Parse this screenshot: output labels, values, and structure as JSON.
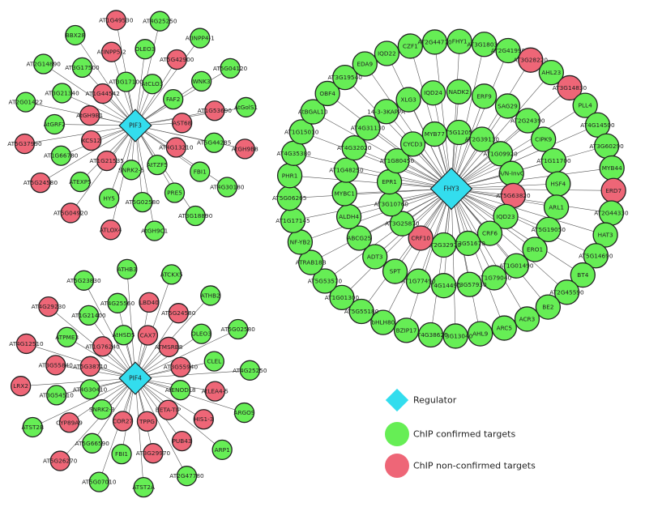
{
  "colors": {
    "confirmed": "#66ee55",
    "nonconfirmed": "#ee6677",
    "regulator": "#33ddee",
    "edge": "#555555",
    "stroke": "#222222"
  },
  "legend": {
    "regulator": "Regulator",
    "confirmed": "ChIP confirmed targets",
    "nonconfirmed": "ChIP non-confirmed targets"
  },
  "networks": [
    {
      "regulator": "PIF3",
      "targets": [
        {
          "label": "AtCLO3",
          "status": "confirmed"
        },
        {
          "label": "FAF2",
          "status": "confirmed"
        },
        {
          "label": "AST68",
          "status": "nonconfirmed"
        },
        {
          "label": "AT4G13210",
          "status": "nonconfirmed"
        },
        {
          "label": "AtTZF5",
          "status": "confirmed"
        },
        {
          "label": "SNRK2-5",
          "status": "confirmed"
        },
        {
          "label": "AT1G21535",
          "status": "nonconfirmed"
        },
        {
          "label": "KCS12",
          "status": "nonconfirmed"
        },
        {
          "label": "AtGH9B1",
          "status": "nonconfirmed"
        },
        {
          "label": "AT1G44542",
          "status": "nonconfirmed"
        },
        {
          "label": "AT3G17100",
          "status": "confirmed"
        },
        {
          "label": "OLEO3",
          "status": "confirmed"
        },
        {
          "label": "AT5G42900",
          "status": "nonconfirmed"
        },
        {
          "label": "WNK3",
          "status": "confirmed"
        },
        {
          "label": "AT1G53690",
          "status": "nonconfirmed"
        },
        {
          "label": "AT5G44285",
          "status": "confirmed"
        },
        {
          "label": "FBI1",
          "status": "confirmed"
        },
        {
          "label": "PRE5",
          "status": "confirmed"
        },
        {
          "label": "AT5G02580",
          "status": "confirmed"
        },
        {
          "label": "HY5",
          "status": "confirmed"
        },
        {
          "label": "ATEXP5",
          "status": "confirmed"
        },
        {
          "label": "AT1G66780",
          "status": "confirmed"
        },
        {
          "label": "AtGRF2",
          "status": "confirmed"
        },
        {
          "label": "AT3G21340",
          "status": "confirmed"
        },
        {
          "label": "AT3G17500",
          "status": "confirmed"
        },
        {
          "label": "AtINPP5-2",
          "status": "nonconfirmed"
        },
        {
          "label": "AT4G25250",
          "status": "confirmed"
        },
        {
          "label": "AtINPP4-1",
          "status": "confirmed"
        },
        {
          "label": "AT5G04120",
          "status": "confirmed"
        },
        {
          "label": "AtGolS1",
          "status": "confirmed"
        },
        {
          "label": "AtGH9B8",
          "status": "nonconfirmed"
        },
        {
          "label": "AT4G30180",
          "status": "confirmed"
        },
        {
          "label": "AT3G18890",
          "status": "confirmed"
        },
        {
          "label": "AtGH9C1",
          "status": "confirmed"
        },
        {
          "label": "ATLOX4",
          "status": "nonconfirmed"
        },
        {
          "label": "AT5G04920",
          "status": "nonconfirmed"
        },
        {
          "label": "AT5G24580",
          "status": "nonconfirmed"
        },
        {
          "label": "AT5G37990",
          "status": "nonconfirmed"
        },
        {
          "label": "AT2G01422",
          "status": "confirmed"
        },
        {
          "label": "AT2G14890",
          "status": "confirmed"
        },
        {
          "label": "BBX28",
          "status": "confirmed"
        },
        {
          "label": "AT1G49530",
          "status": "nonconfirmed"
        }
      ]
    },
    {
      "regulator": "PIF4",
      "targets": [
        {
          "label": "CAX7",
          "status": "nonconfirmed"
        },
        {
          "label": "ATMSRB8",
          "status": "nonconfirmed"
        },
        {
          "label": "AT3G55940",
          "status": "nonconfirmed"
        },
        {
          "label": "AtENODL8",
          "status": "confirmed"
        },
        {
          "label": "BETA-TIP",
          "status": "nonconfirmed"
        },
        {
          "label": "TPPG",
          "status": "nonconfirmed"
        },
        {
          "label": "COR27",
          "status": "nonconfirmed"
        },
        {
          "label": "SNRK2-3",
          "status": "confirmed"
        },
        {
          "label": "AT4G30410",
          "status": "confirmed"
        },
        {
          "label": "AT5G38710",
          "status": "nonconfirmed"
        },
        {
          "label": "AT1G76240",
          "status": "nonconfirmed"
        },
        {
          "label": "AtHSD5",
          "status": "confirmed"
        },
        {
          "label": "LBD40",
          "status": "nonconfirmed"
        },
        {
          "label": "AT5G24580",
          "status": "nonconfirmed"
        },
        {
          "label": "OLEO3",
          "status": "confirmed"
        },
        {
          "label": "CLEL",
          "status": "confirmed"
        },
        {
          "label": "AtLEA4-5",
          "status": "nonconfirmed"
        },
        {
          "label": "HIS1-3",
          "status": "nonconfirmed"
        },
        {
          "label": "PUB43",
          "status": "nonconfirmed"
        },
        {
          "label": "AT3G29970",
          "status": "nonconfirmed"
        },
        {
          "label": "FBI1",
          "status": "confirmed"
        },
        {
          "label": "AT5G66590",
          "status": "confirmed"
        },
        {
          "label": "CYP89A9",
          "status": "nonconfirmed"
        },
        {
          "label": "AT3G54510",
          "status": "confirmed"
        },
        {
          "label": "AT3G55840",
          "status": "nonconfirmed"
        },
        {
          "label": "ATPME3",
          "status": "confirmed"
        },
        {
          "label": "AT1G21400",
          "status": "confirmed"
        },
        {
          "label": "AT4G25560",
          "status": "confirmed"
        },
        {
          "label": "ATCKX5",
          "status": "confirmed"
        },
        {
          "label": "ATHB2",
          "status": "confirmed"
        },
        {
          "label": "AT5G02580",
          "status": "confirmed"
        },
        {
          "label": "AT4G25250",
          "status": "confirmed"
        },
        {
          "label": "ARGOS",
          "status": "confirmed"
        },
        {
          "label": "ARP1",
          "status": "confirmed"
        },
        {
          "label": "AT2G47780",
          "status": "confirmed"
        },
        {
          "label": "ATST2A",
          "status": "confirmed"
        },
        {
          "label": "AT5G07010",
          "status": "confirmed"
        },
        {
          "label": "AT5G26270",
          "status": "nonconfirmed"
        },
        {
          "label": "ATST2B",
          "status": "confirmed"
        },
        {
          "label": "LRX2",
          "status": "nonconfirmed"
        },
        {
          "label": "AT4G12510",
          "status": "nonconfirmed"
        },
        {
          "label": "AT4G29230",
          "status": "nonconfirmed"
        },
        {
          "label": "AT5G23830",
          "status": "confirmed"
        },
        {
          "label": "ATHB3",
          "status": "confirmed"
        }
      ]
    },
    {
      "regulator": "FHY3",
      "targets": [
        {
          "label": "AT5G12050",
          "status": "confirmed"
        },
        {
          "label": "AT2G39130",
          "status": "confirmed"
        },
        {
          "label": "AT1G09920",
          "status": "confirmed"
        },
        {
          "label": "A/N-InvC",
          "status": "confirmed"
        },
        {
          "label": "AT5G63820",
          "status": "nonconfirmed"
        },
        {
          "label": "IQD23",
          "status": "confirmed"
        },
        {
          "label": "CRF6",
          "status": "confirmed"
        },
        {
          "label": "AT3G51670",
          "status": "confirmed"
        },
        {
          "label": "AT2G32970",
          "status": "confirmed"
        },
        {
          "label": "CRF10",
          "status": "nonconfirmed"
        },
        {
          "label": "AT3G25870",
          "status": "confirmed"
        },
        {
          "label": "AT3G10760",
          "status": "confirmed"
        },
        {
          "label": "EPR1",
          "status": "confirmed"
        },
        {
          "label": "AT1G80450",
          "status": "confirmed"
        },
        {
          "label": "CYCD3",
          "status": "confirmed"
        },
        {
          "label": "MYB77",
          "status": "confirmed"
        },
        {
          "label": "NADK2",
          "status": "confirmed"
        },
        {
          "label": "ERF9",
          "status": "confirmed"
        },
        {
          "label": "SAG29",
          "status": "confirmed"
        },
        {
          "label": "AT2G24390",
          "status": "confirmed"
        },
        {
          "label": "CIPK9",
          "status": "confirmed"
        },
        {
          "label": "AT1G11700",
          "status": "confirmed"
        },
        {
          "label": "HSF4",
          "status": "confirmed"
        },
        {
          "label": "ARL1",
          "status": "confirmed"
        },
        {
          "label": "AT5G19050",
          "status": "confirmed"
        },
        {
          "label": "ERO1",
          "status": "confirmed"
        },
        {
          "label": "AT1G01490",
          "status": "confirmed"
        },
        {
          "label": "AT1G79040",
          "status": "confirmed"
        },
        {
          "label": "AT3G57930",
          "status": "confirmed"
        },
        {
          "label": "AT4G14490",
          "status": "confirmed"
        },
        {
          "label": "AT1G77490",
          "status": "confirmed"
        },
        {
          "label": "SPT",
          "status": "confirmed"
        },
        {
          "label": "ADT3",
          "status": "confirmed"
        },
        {
          "label": "ABCG25",
          "status": "confirmed"
        },
        {
          "label": "ALDH4",
          "status": "confirmed"
        },
        {
          "label": "MYBC1",
          "status": "confirmed"
        },
        {
          "label": "AT1G48250",
          "status": "confirmed"
        },
        {
          "label": "AT4G32020",
          "status": "confirmed"
        },
        {
          "label": "AT4G31130",
          "status": "confirmed"
        },
        {
          "label": "14-3-3KAPPA",
          "status": "confirmed"
        },
        {
          "label": "XLG3",
          "status": "confirmed"
        },
        {
          "label": "IQD24",
          "status": "confirmed"
        },
        {
          "label": "FHY1",
          "status": "confirmed"
        },
        {
          "label": "AT3G18030",
          "status": "confirmed"
        },
        {
          "label": "AT2G41990",
          "status": "confirmed"
        },
        {
          "label": "AT3G28220",
          "status": "nonconfirmed"
        },
        {
          "label": "AHL23",
          "status": "confirmed"
        },
        {
          "label": "AT3G14830",
          "status": "nonconfirmed"
        },
        {
          "label": "PLL4",
          "status": "confirmed"
        },
        {
          "label": "AT4G14500",
          "status": "confirmed"
        },
        {
          "label": "AT3G60290",
          "status": "confirmed"
        },
        {
          "label": "MYB44",
          "status": "confirmed"
        },
        {
          "label": "ERD7",
          "status": "nonconfirmed"
        },
        {
          "label": "AT2G44330",
          "status": "confirmed"
        },
        {
          "label": "HAT3",
          "status": "confirmed"
        },
        {
          "label": "AT5G14690",
          "status": "confirmed"
        },
        {
          "label": "BT4",
          "status": "confirmed"
        },
        {
          "label": "AT2G45590",
          "status": "confirmed"
        },
        {
          "label": "BE2",
          "status": "confirmed"
        },
        {
          "label": "ACR3",
          "status": "confirmed"
        },
        {
          "label": "ARC5",
          "status": "confirmed"
        },
        {
          "label": "AHL9",
          "status": "confirmed"
        },
        {
          "label": "AT3G13040",
          "status": "confirmed"
        },
        {
          "label": "AT4G38620",
          "status": "confirmed"
        },
        {
          "label": "BZIP17",
          "status": "confirmed"
        },
        {
          "label": "bHLH80",
          "status": "confirmed"
        },
        {
          "label": "AT5G55180",
          "status": "confirmed"
        },
        {
          "label": "AT1G01300",
          "status": "confirmed"
        },
        {
          "label": "AT5G53570",
          "status": "confirmed"
        },
        {
          "label": "ATRAB18B",
          "status": "confirmed"
        },
        {
          "label": "NF-YB2",
          "status": "confirmed"
        },
        {
          "label": "AT1G17145",
          "status": "confirmed"
        },
        {
          "label": "AT5G06265",
          "status": "confirmed"
        },
        {
          "label": "PHR1",
          "status": "confirmed"
        },
        {
          "label": "AT4G35380",
          "status": "confirmed"
        },
        {
          "label": "AT1G15010",
          "status": "confirmed"
        },
        {
          "label": "AtBGAL10",
          "status": "confirmed"
        },
        {
          "label": "OBF4",
          "status": "confirmed"
        },
        {
          "label": "AT3G19540",
          "status": "confirmed"
        },
        {
          "label": "EDA9",
          "status": "confirmed"
        },
        {
          "label": "IQD22",
          "status": "confirmed"
        },
        {
          "label": "CZF1",
          "status": "confirmed"
        },
        {
          "label": "AT2G44770",
          "status": "confirmed"
        }
      ]
    }
  ]
}
